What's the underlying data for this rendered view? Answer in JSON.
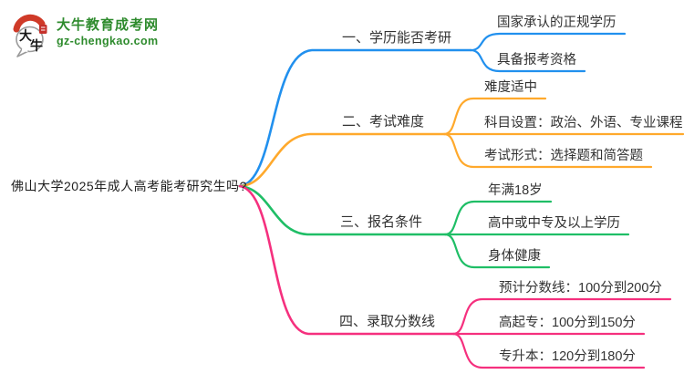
{
  "logo": {
    "title": "大牛教育成考网",
    "url": "gz-chengkao.com",
    "badge_char_1": "大",
    "badge_char_2": "牛",
    "brand_green": "#2e8b2d",
    "seal_red": "#cf3a28"
  },
  "root": {
    "label": "佛山大学2025年成人高考能考研究生吗?"
  },
  "branches": [
    {
      "label": "一、学历能否考研",
      "color": "#2190ee",
      "children": [
        "国家承认的正规学历",
        "具备报考资格"
      ]
    },
    {
      "label": "二、考试难度",
      "color": "#ffa92c",
      "children": [
        "难度适中",
        "科目设置：政治、外语、专业课程",
        "考试形式：选择题和简答题"
      ]
    },
    {
      "label": "三、报名条件",
      "color": "#1fbe66",
      "children": [
        "年满18岁",
        "高中或中专及以上学历",
        "身体健康"
      ]
    },
    {
      "label": "四、录取分数线",
      "color": "#f5307e",
      "children": [
        "预计分数线：100分到200分",
        "高起专：100分到150分",
        "专升本：120分到180分"
      ]
    }
  ]
}
